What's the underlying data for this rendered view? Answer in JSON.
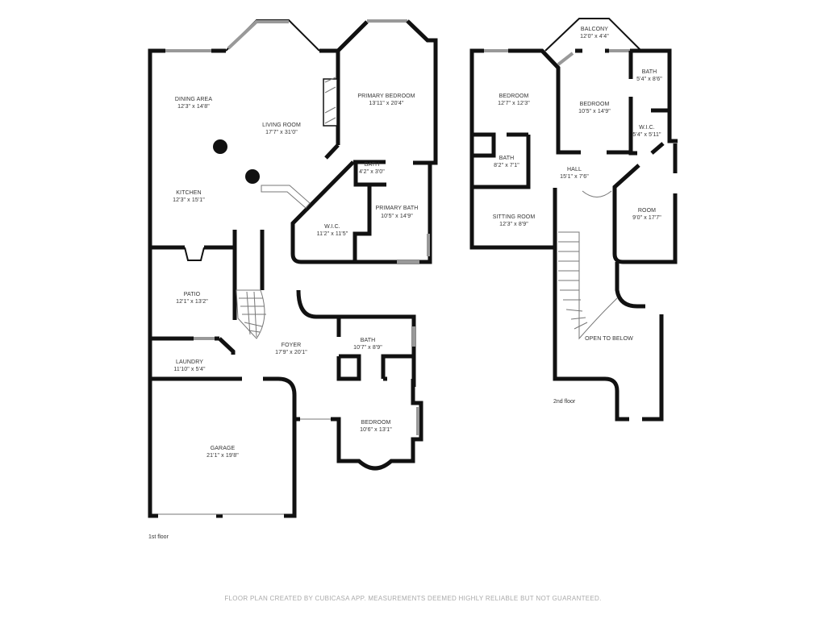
{
  "floors": [
    {
      "label": "1st floor",
      "rooms": [
        {
          "name": "DINING AREA",
          "dims": "12'3\" x 14'8\""
        },
        {
          "name": "LIVING ROOM",
          "dims": "17'7\" x 31'0\""
        },
        {
          "name": "PRIMARY BEDROOM",
          "dims": "13'11\" x 20'4\""
        },
        {
          "name": "KITCHEN",
          "dims": "12'3\" x 15'1\""
        },
        {
          "name": "BATH",
          "dims": "4'2\" x 3'0\""
        },
        {
          "name": "W.I.C.",
          "dims": "11'2\" x 11'5\""
        },
        {
          "name": "PRIMARY BATH",
          "dims": "10'5\" x 14'9\""
        },
        {
          "name": "PATIO",
          "dims": "12'1\" x 13'2\""
        },
        {
          "name": "FOYER",
          "dims": "17'9\" x 20'1\""
        },
        {
          "name": "BATH",
          "dims": "10'7\" x 8'9\""
        },
        {
          "name": "LAUNDRY",
          "dims": "11'10\" x 5'4\""
        },
        {
          "name": "BEDROOM",
          "dims": "10'6\" x 13'1\""
        },
        {
          "name": "GARAGE",
          "dims": "21'1\" x 19'8\""
        }
      ]
    },
    {
      "label": "2nd floor",
      "rooms": [
        {
          "name": "BALCONY",
          "dims": "12'0\" x 4'4\""
        },
        {
          "name": "BEDROOM",
          "dims": "12'7\" x 12'3\""
        },
        {
          "name": "BEDROOM",
          "dims": "10'5\" x 14'9\""
        },
        {
          "name": "BATH",
          "dims": "5'4\" x 8'6\""
        },
        {
          "name": "W.I.C.",
          "dims": "5'4\" x 5'11\""
        },
        {
          "name": "BATH",
          "dims": "8'2\" x 7'1\""
        },
        {
          "name": "HALL",
          "dims": "15'1\" x 7'6\""
        },
        {
          "name": "SITTING ROOM",
          "dims": "12'3\" x 8'9\""
        },
        {
          "name": "ROOM",
          "dims": "9'0\" x 17'7\""
        },
        {
          "name": "OPEN TO BELOW",
          "dims": ""
        }
      ]
    }
  ],
  "footer": "FLOOR PLAN CREATED BY CUBICASA APP. MEASUREMENTS DEEMED HIGHLY RELIABLE BUT NOT GUARANTEED."
}
